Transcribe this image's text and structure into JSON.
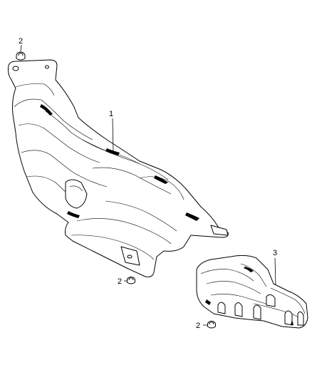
{
  "callouts": {
    "nut_top": "2",
    "heat_shield_large": "1",
    "nut_middle": "2",
    "heat_shield_small": "3",
    "nut_bottom": "2"
  }
}
